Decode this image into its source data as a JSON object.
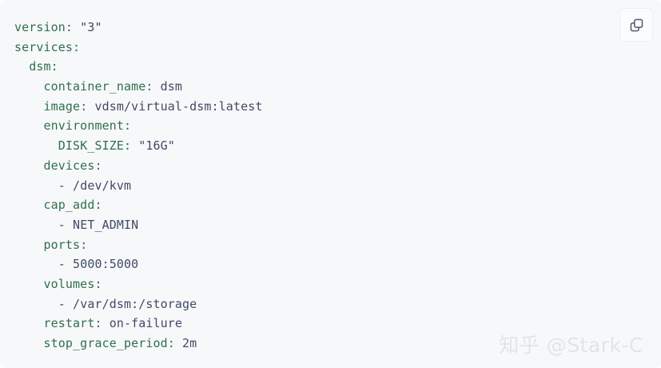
{
  "code_block": {
    "language": "yaml",
    "background_color": "#f7f8fa",
    "key_color": "#2f6f4e",
    "value_color": "#3f4b66",
    "lines": [
      {
        "indent": 0,
        "key": "version",
        "sep": ": ",
        "value": "\"3\""
      },
      {
        "indent": 0,
        "key": "services",
        "sep": ":",
        "value": ""
      },
      {
        "indent": 2,
        "key": "dsm",
        "sep": ":",
        "value": ""
      },
      {
        "indent": 4,
        "key": "container_name",
        "sep": ": ",
        "value": "dsm"
      },
      {
        "indent": 4,
        "key": "image",
        "sep": ": ",
        "value": "vdsm/virtual-dsm:latest"
      },
      {
        "indent": 4,
        "key": "environment",
        "sep": ":",
        "value": ""
      },
      {
        "indent": 6,
        "key": "DISK_SIZE",
        "sep": ": ",
        "value": "\"16G\""
      },
      {
        "indent": 4,
        "key": "devices",
        "sep": ":",
        "value": ""
      },
      {
        "indent": 6,
        "key": "",
        "sep": "",
        "value": "- /dev/kvm"
      },
      {
        "indent": 4,
        "key": "cap_add",
        "sep": ":",
        "value": ""
      },
      {
        "indent": 6,
        "key": "",
        "sep": "",
        "value": "- NET_ADMIN"
      },
      {
        "indent": 4,
        "key": "ports",
        "sep": ":",
        "value": ""
      },
      {
        "indent": 6,
        "key": "",
        "sep": "",
        "value": "- 5000:5000"
      },
      {
        "indent": 4,
        "key": "volumes",
        "sep": ":",
        "value": ""
      },
      {
        "indent": 6,
        "key": "",
        "sep": "",
        "value": "- /var/dsm:/storage"
      },
      {
        "indent": 4,
        "key": "restart",
        "sep": ": ",
        "value": "on-failure"
      },
      {
        "indent": 4,
        "key": "stop_grace_period",
        "sep": ": ",
        "value": "2m"
      }
    ]
  },
  "copy_button": {
    "icon": "copy-icon",
    "label": ""
  },
  "watermark": {
    "text": "知乎 @Stark-C",
    "color": "#e2e4e8"
  }
}
